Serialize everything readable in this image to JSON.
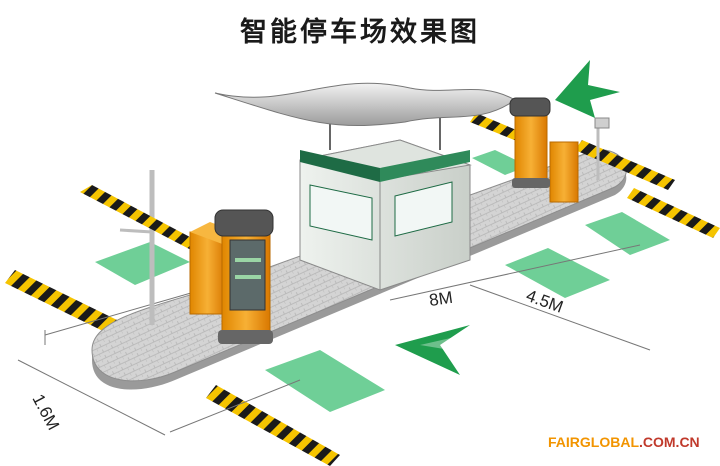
{
  "title": "智能停车场效果图",
  "dimensions": {
    "entrance_width": "8M",
    "lane_width": "4.5M",
    "island_width": "1.6M"
  },
  "brand": {
    "name": "FAIRGLOBAL",
    "domain": ".COM.CN",
    "name_color": "#f29400",
    "domain_color": "#c0392b"
  },
  "colors": {
    "island_top": "#cfcfcf",
    "island_side": "#9a9a9a",
    "lane_marking": "#6fcf97",
    "arrow": "#1f9d4d",
    "barrier_orange": "#f39c12",
    "hazard_black": "#1a1a1a",
    "hazard_yellow": "#f5c400"
  },
  "icons": [
    "entry-arrow-icon",
    "exit-arrow-icon"
  ]
}
